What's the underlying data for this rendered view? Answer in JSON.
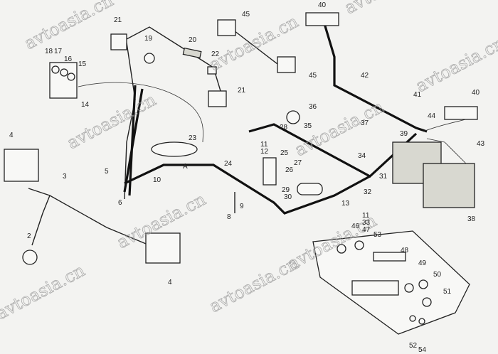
{
  "diagram": {
    "watermark": "avtoasia.cn",
    "callouts": [
      "40",
      "45",
      "21",
      "19",
      "20",
      "22",
      "45",
      "21",
      "18",
      "17",
      "16",
      "15",
      "14",
      "42",
      "41",
      "40",
      "36",
      "37",
      "44",
      "39",
      "43",
      "28",
      "35",
      "11",
      "12",
      "25",
      "26",
      "27",
      "34",
      "31",
      "32",
      "29",
      "30",
      "13",
      "38",
      "23",
      "24",
      "5",
      "10",
      "A",
      "6",
      "9",
      "8",
      "4",
      "3",
      "2",
      "4",
      "11",
      "33",
      "46",
      "47",
      "53",
      "48",
      "49",
      "50",
      "51",
      "52",
      "54"
    ]
  }
}
